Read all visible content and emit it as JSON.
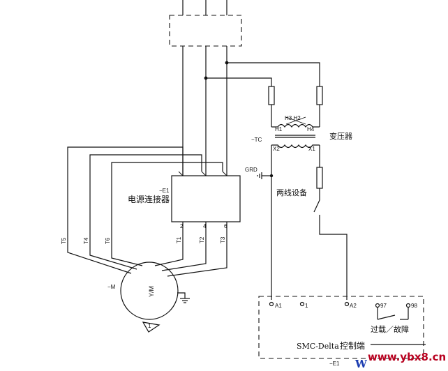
{
  "labels": {
    "tc": "−TC",
    "h1": "H1",
    "h3h2": "H3 H2",
    "h4": "H4",
    "x2": "X2",
    "x1": "X1",
    "transformer": "变压器",
    "grd": "GRD",
    "two_wire": "两线设备",
    "e1_top": "−E1",
    "power_contactor": "电源连接器",
    "t1": "T1",
    "t2": "T2",
    "t3": "T3",
    "n2": "2",
    "n4": "4",
    "n6": "6",
    "t4": "T4",
    "t5": "T5",
    "t6": "T6",
    "motor_tag": "−M",
    "motor_sym": "Y/M",
    "a1": "A1",
    "one": "1",
    "a2": "A2",
    "t97": "97",
    "t98": "98",
    "overload": "过载／故障",
    "smc_prefix": "SMC-Delta ",
    "smc_cn": "控制端",
    "e1_bottom": "−E1",
    "w_char": "W"
  },
  "watermark": {
    "text": "www.ybx8.cn",
    "color": "#b8001f"
  }
}
